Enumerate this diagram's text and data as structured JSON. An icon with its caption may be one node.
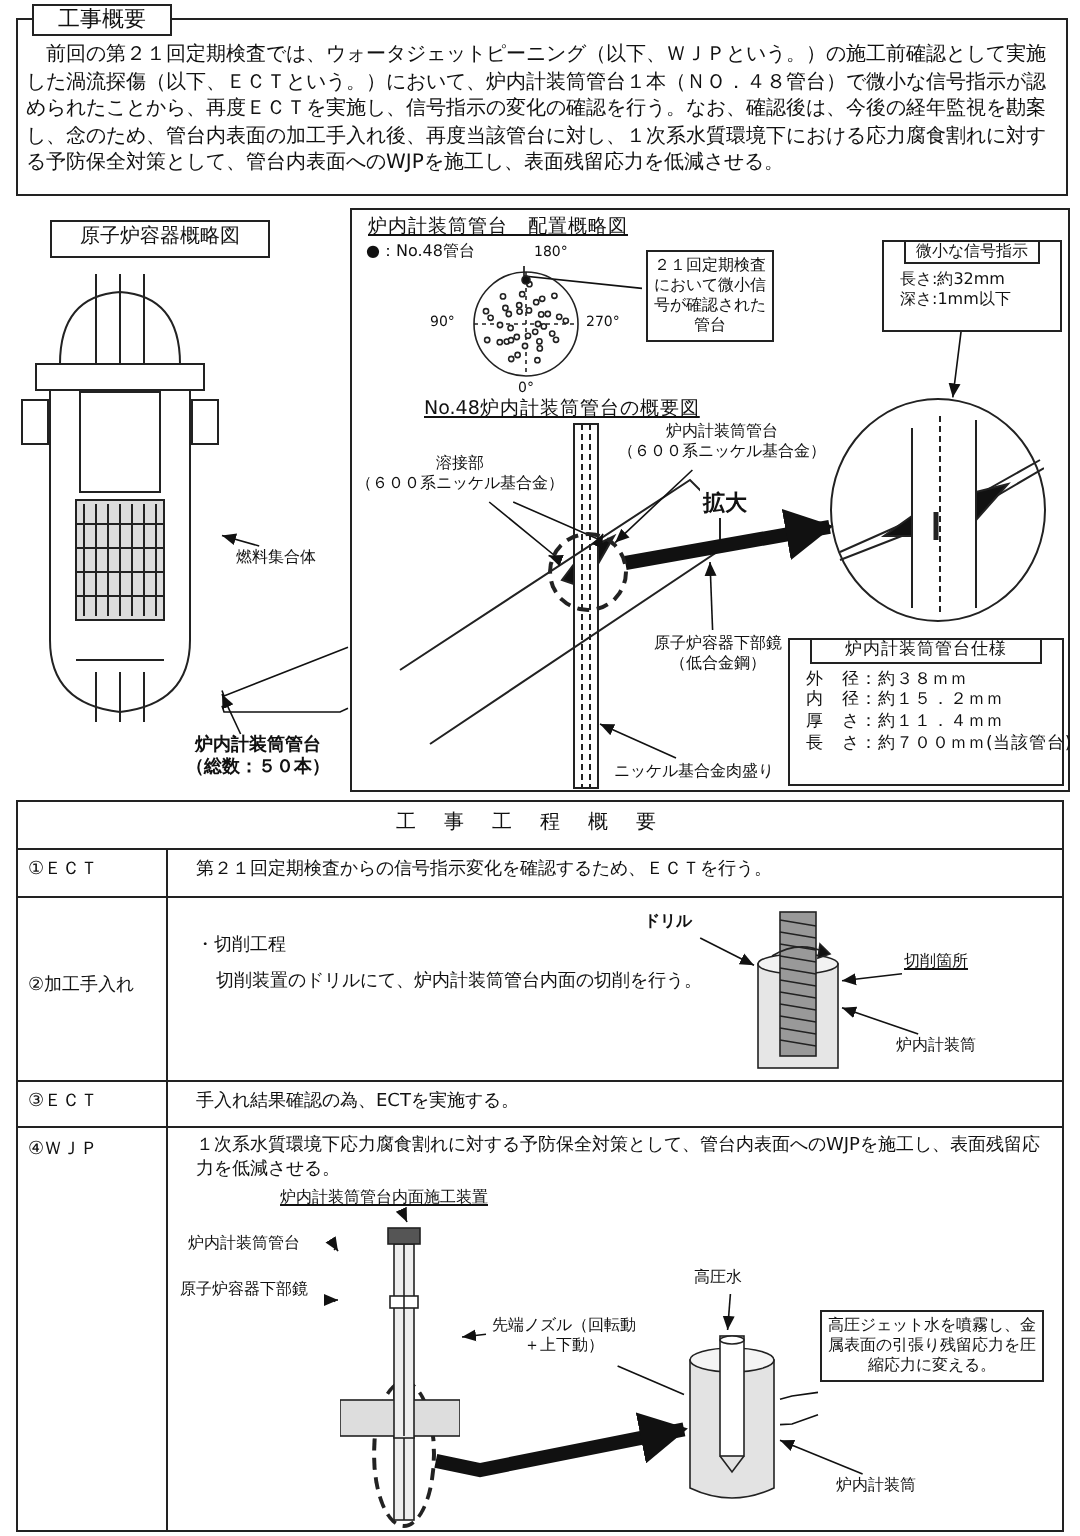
{
  "diagram": {
    "nodes": [
      {
        "text": [
          "工事概要",
          "前回の第２１回定期検査では、ウォータジェットピーニング（以下、ＷＪＰという。）の施工前確認として実施した渦流探傷（以下、ＥＣＴという。）において、炉内計装筒管台１本（ＮＯ．４８管台）で微小な信号指示が認められたことから、再度ＥＣＴを実施し、信号指示の変化の確認を行う。なお、確認後は、今後の経年監視を勘案し、念のため、管台内表面の加工手入れ後、再度当該管台に対し、１次系水質環境下における応力腐食割れに対する予防保全対策として、管台内表面へのWJPを施工し、表面残留応力を低減させる。"
        ]
      },
      {
        "text": [
          "原子炉容器概略図"
        ]
      },
      {
        "text": [
          "燃料集合体"
        ]
      },
      {
        "text": [
          "炉内計装筒管台（総数：５０本）"
        ]
      },
      {
        "text": [
          "炉内計装筒管台　配置概略図"
        ]
      },
      {
        "text": [
          "２１回定期検査において微小信号が確認された管台"
        ],
        "in": 4
      },
      {
        "text": [
          "微小な信号指示",
          "長さ:約32mm",
          "深さ:1mm以下"
        ],
        "in": 4
      },
      {
        "text": [],
        "shape": "circle",
        "in": 4
      },
      {
        "text": [],
        "shape": "circle",
        "in": 4
      },
      {
        "text": [
          "炉内計装筒管台仕様",
          "外　径：約３８ｍｍ",
          "内　径：約１５．２ｍｍ",
          "厚　さ：約１１．４ｍｍ",
          "長　さ：約７００ｍｍ(当該管台)"
        ],
        "in": 4
      },
      {
        "text": [
          "溶接部（６００系ニッケル基合金）"
        ],
        "in": 4
      },
      {
        "text": [
          "炉内計装筒管台（６００系ニッケル基合金）"
        ],
        "in": 4
      },
      {
        "text": [
          "原子炉容器下部鏡（低合金鋼）"
        ],
        "in": 4
      },
      {
        "text": [
          "ニッケル基合金肉盛り"
        ],
        "in": 4
      },
      {
        "text": [
          "ドリル"
        ]
      },
      {
        "text": [
          "切削箇所"
        ]
      },
      {
        "text": [
          "炉内計装筒"
        ]
      },
      {
        "text": [
          "炉内計装筒管台内面施工装置"
        ]
      },
      {
        "text": [
          "炉内計装筒管台"
        ]
      },
      {
        "text": [
          "原子炉容器下部鏡"
        ]
      },
      {
        "text": [
          "先端ノズル（回転動＋上下動）"
        ]
      },
      {
        "text": [
          "高圧水"
        ]
      },
      {
        "text": [
          "高圧ジェット水を噴霧し、金属表面の引張り残留応力を圧縮応力に変える。"
        ]
      },
      {
        "text": [
          "炉内計装筒"
        ]
      },
      {
        "text": [],
        "shape": "circle"
      },
      {
        "text": [],
        "shape": "cylinder"
      },
      {
        "text": [],
        "shape": "picture"
      },
      {
        "text": [],
        "shape": "picture",
        "in": 4,
        "beside": [
          "180°",
          "90°",
          "270°",
          "0°"
        ]
      },
      {
        "text": [],
        "shape": "picture"
      },
      {
        "text": [],
        "shape": "picture"
      }
    ],
    "edges": [
      {
        "from": 2,
        "to": 26,
        "arrow": "to"
      },
      {
        "from": 3,
        "to": 26,
        "arrow": "to"
      },
      {
        "from": 5,
        "to": 27,
        "arrow": "none"
      },
      {
        "from": 6,
        "to": 8,
        "arrow": "to"
      },
      {
        "from": 7,
        "to": 8,
        "arrow": "to",
        "label": "拡大",
        "style": "thick"
      },
      {
        "from": 10,
        "to": 7,
        "arrow": "to"
      },
      {
        "from": 10,
        "to": 7,
        "arrow": "to"
      },
      {
        "from": 11,
        "to": 7,
        "arrow": "to"
      },
      {
        "from": 12,
        "to": null,
        "arrow": "to"
      },
      {
        "from": 13,
        "to": null,
        "arrow": "to"
      },
      {
        "from": 14,
        "to": 28,
        "arrow": "to"
      },
      {
        "from": 15,
        "to": 28,
        "arrow": "to"
      },
      {
        "from": 16,
        "to": 28,
        "arrow": "to"
      },
      {
        "from": 18,
        "to": 29,
        "arrow": "to"
      },
      {
        "from": 19,
        "to": 29,
        "arrow": "to"
      },
      {
        "from": 17,
        "to": 29,
        "arrow": "to"
      },
      {
        "from": 20,
        "to": 29,
        "arrow": "to"
      },
      {
        "from": 20,
        "to": 25,
        "arrow": "none"
      },
      {
        "from": 21,
        "to": 25,
        "arrow": "to"
      },
      {
        "from": 22,
        "to": 25,
        "arrow": "none"
      },
      {
        "from": 22,
        "to": 25,
        "arrow": "none"
      },
      {
        "from": 23,
        "to": 25,
        "arrow": "to"
      },
      {
        "from": 24,
        "to": 25,
        "arrow": "to",
        "style": "thick"
      },
      {
        "from": 26,
        "to": 4,
        "arrow": "none"
      },
      {
        "from": 26,
        "to": 4,
        "arrow": "none"
      }
    ],
    "labels": [
      "●：No.48管台",
      "No.48炉内計装筒管台の概要図",
      "工事工程概要",
      "①ＥＣＴ",
      "第２１回定期検査からの信号指示変化を確認するため、ＥＣＴを行う。",
      "②加工手入れ",
      "・切削工程",
      "切削装置のドリルにて、炉内計装筒管台内面の切削を行う。",
      "③ＥＣＴ",
      "手入れ結果確認の為、ECTを実施する。",
      "④ＷＪＰ",
      "１次系水質環境下応力腐食割れに対する予防保全対策として、管台内表面へのWJPを施工し、表面残留応力を低減させる。"
    ]
  }
}
